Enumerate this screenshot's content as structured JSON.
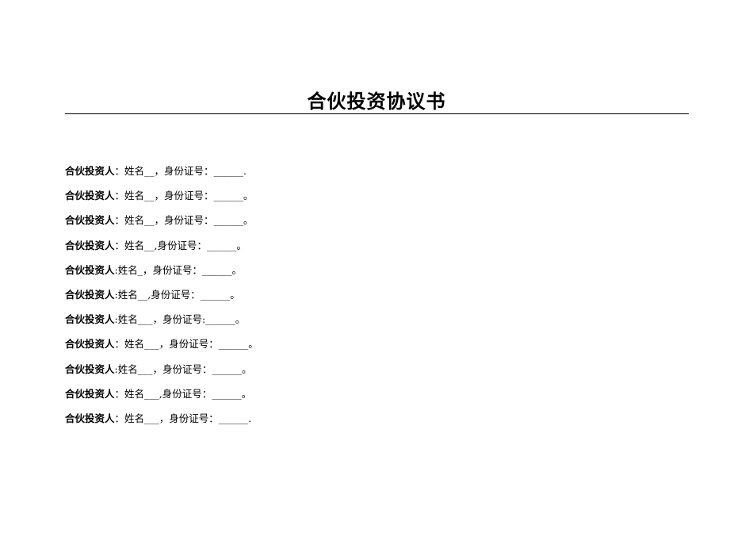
{
  "document": {
    "title": "合伙投资协议书"
  },
  "parties": [
    {
      "label": "合伙投资人",
      "fields": "：姓名__，身份证号：______."
    },
    {
      "label": "合伙投资人",
      "fields": "：姓名__，身份证号：______。"
    },
    {
      "label": "合伙投资人",
      "fields": "：姓名__，身份证号：______。"
    },
    {
      "label": "合伙投资人",
      "fields": "：姓名__,身份证号：______。"
    },
    {
      "label": "合伙投资人",
      "fields": ":姓名_，身份证号：______。"
    },
    {
      "label": "合伙投资人",
      "fields": ":姓名__,身份证号：______。"
    },
    {
      "label": "合伙投资人",
      "fields": ":姓名___，身份证号:______。"
    },
    {
      "label": "合伙投资人",
      "fields": "：姓名___，身份证号：______。"
    },
    {
      "label": "合伙投资人",
      "fields": ":姓名___，身份证号：______。"
    },
    {
      "label": "合伙投资人",
      "fields": "：姓名___,身份证号：______。"
    },
    {
      "label": "合伙投资人",
      "fields": "：姓名___，身份证号：______."
    }
  ]
}
